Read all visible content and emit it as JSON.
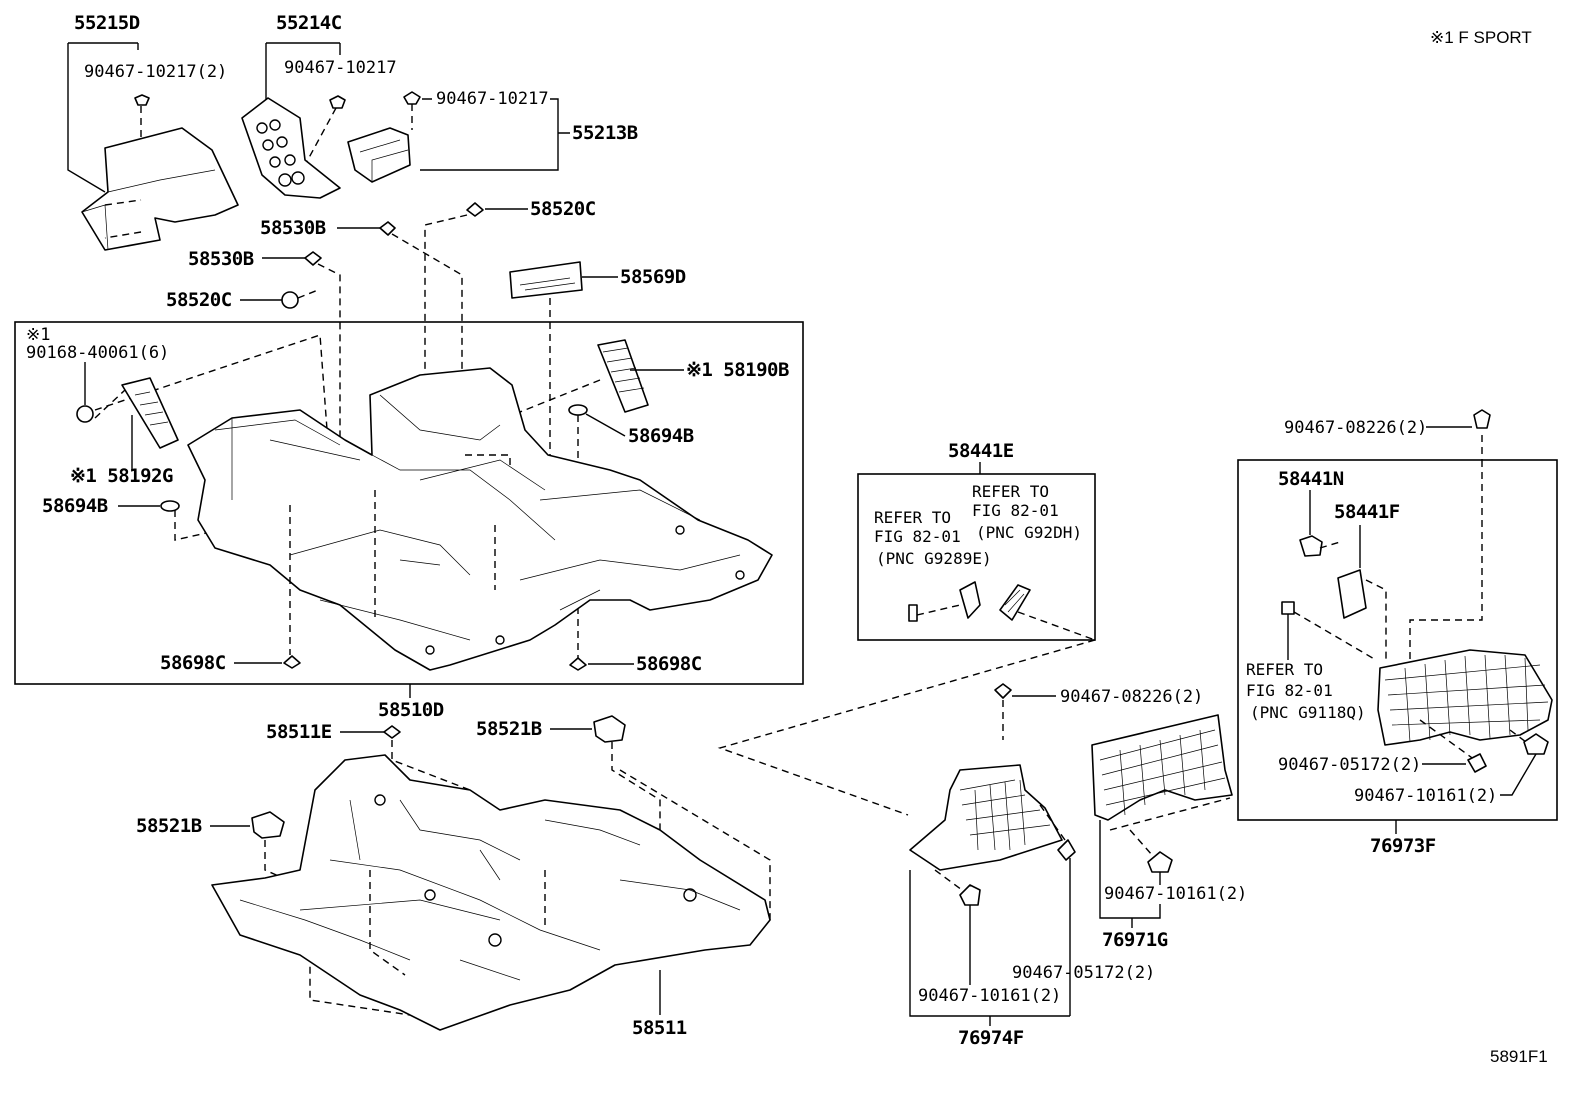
{
  "note": "※1 F SPORT",
  "diagram_code": "5891F1",
  "labels": {
    "p55215D": "55215D",
    "p90467_10217_2": "90467-10217(2)",
    "p55214C": "55214C",
    "p90467_10217_a": "90467-10217",
    "p90467_10217_b": "90467-10217",
    "p55213B": "55213B",
    "p58520C_top": "58520C",
    "p58530B_a": "58530B",
    "p58530B_b": "58530B",
    "p58520C_left": "58520C",
    "p58569D": "58569D",
    "mark1_a": "※1",
    "p90168": "90168-40061(6)",
    "p58190B": "※1 58190B",
    "p58694B_r": "58694B",
    "p58192G": "※1 58192G",
    "p58694B_l": "58694B",
    "p58698C_l": "58698C",
    "p58698C_r": "58698C",
    "p58510D": "58510D",
    "p58511E": "58511E",
    "p58521B_top": "58521B",
    "p58521B_left": "58521B",
    "p58511": "58511",
    "p58441E": "58441E",
    "refer_a_1": "REFER TO",
    "refer_a_2": "FIG 82-01",
    "refer_a_3": "(PNC G92DH)",
    "refer_b_1": "REFER TO",
    "refer_b_2": "FIG 82-01",
    "refer_b_3": "(PNC G9289E)",
    "p90467_08226_mid": "90467-08226(2)",
    "p90467_10161_mid": "90467-10161(2)",
    "p76971G": "76971G",
    "p90467_05172_mid": "90467-05172(2)",
    "p90467_10161_low": "90467-10161(2)",
    "p76974F": "76974F",
    "p90467_08226_top": "90467-08226(2)",
    "p58441N": "58441N",
    "p58441F": "58441F",
    "refer_c_1": "REFER TO",
    "refer_c_2": "FIG 82-01",
    "refer_c_3": "(PNC G9118Q)",
    "p90467_05172_r": "90467-05172(2)",
    "p90467_10161_r": "90467-10161(2)",
    "p76973F": "76973F"
  }
}
